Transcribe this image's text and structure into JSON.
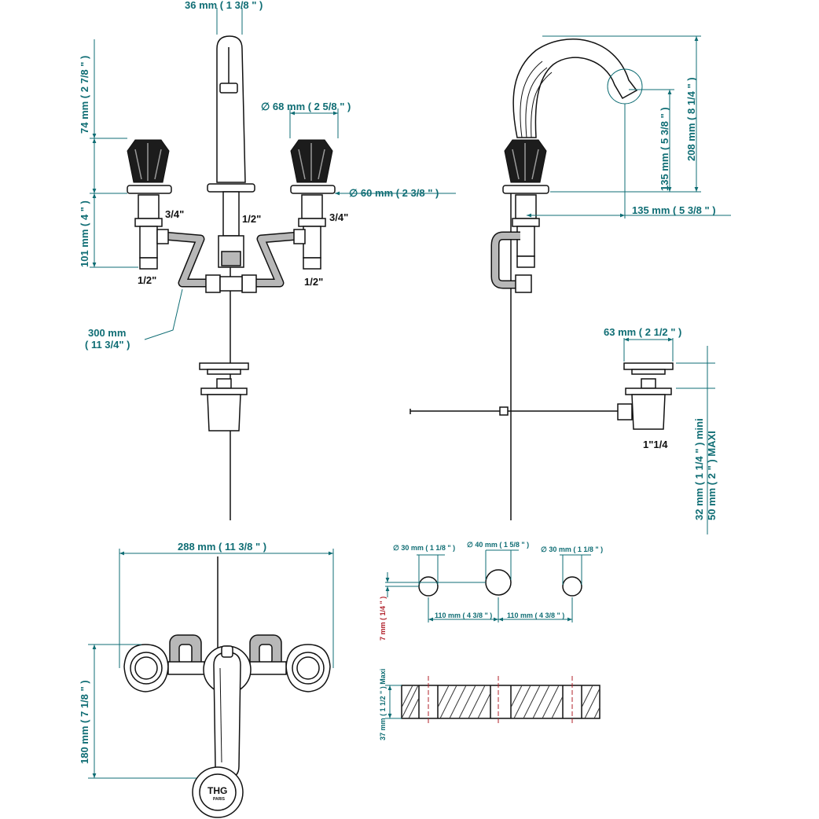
{
  "front_view": {
    "spout_width": "36 mm ( 1 3/8 \" )",
    "handle_diameter": "∅  68 mm ( 2 5/8 \" )",
    "flange_diameter": "∅  60 mm ( 2 3/8 \" )",
    "handle_height": "74 mm ( 2 7/8 \" )",
    "valve_height_in": "( 4 \" )",
    "valve_height_mm": "101 mm",
    "thread_left_top": "3/4\"",
    "thread_center": "1/2\"",
    "thread_right_top": "3/4\"",
    "thread_left_bottom": "1/2\"",
    "thread_right_bottom": "1/2\"",
    "hose_length_mm": "300 mm",
    "hose_length_in": "( 11 3/4\" )"
  },
  "side_view": {
    "spout_height": "208 mm ( 8 1/4 \" )",
    "spout_outlet_height": "135 mm ( 5 3/8 \" )",
    "spout_reach": "135 mm ( 5 3/8 \" )",
    "drain_diameter": "63 mm ( 2 1/2 \" )",
    "drain_thread": "1\"1/4",
    "drain_range_mini": "32 mm ( 1 1/4 \" )  mini",
    "drain_range_maxi": "50 mm ( 2 \" ) MAXI"
  },
  "top_view": {
    "overall_width": "288 mm ( 11 3/8 \" )",
    "depth": "180 mm ( 7 1/8 \" )",
    "logo": "THG",
    "logo_sub": "PARIS"
  },
  "cutout_plan": {
    "hole_left": "∅  30 mm ( 1 1/8 \" )",
    "hole_center": "∅  40 mm ( 1 5/8 \" )",
    "hole_right": "∅  30 mm ( 1 1/8 \" )",
    "spacing_left": "110 mm ( 4 3/8 \" )",
    "spacing_right": "110 mm ( 4 3/8 \" )",
    "offset": "7 mm ( 1/4 \" )",
    "deck_thickness": "37 mm ( 1 1/2 \" ) Maxi"
  }
}
